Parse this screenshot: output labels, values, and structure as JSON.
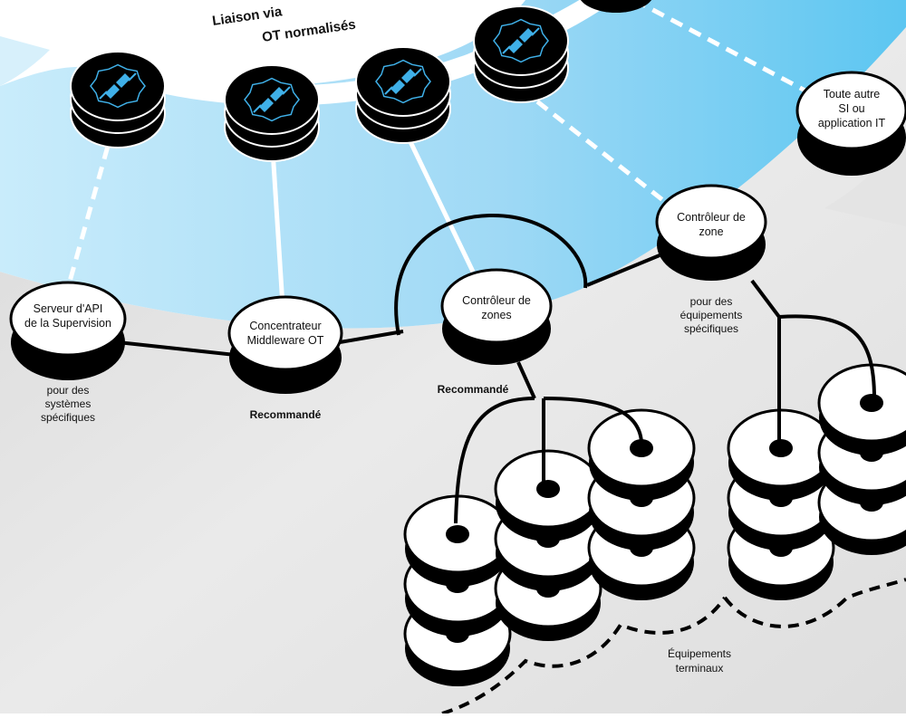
{
  "header": {
    "line1": "Liaison via",
    "line2": "OT normalisés"
  },
  "nodes": {
    "api_server": [
      "Serveur d'API",
      "de la Supervision"
    ],
    "middleware": [
      "Concentrateur",
      "Middleware OT"
    ],
    "zone_controller_center": [
      "Contrôleur de",
      "zones"
    ],
    "zone_controller_right": [
      "Contrôleur de",
      "zone"
    ],
    "other_si": [
      "Toute autre",
      "SI ou",
      "application IT"
    ]
  },
  "captions": {
    "api_server": [
      "pour des",
      "systèmes",
      "spécifiques"
    ],
    "middleware": "Recommandé",
    "zone_controller_center": "Recommandé",
    "zone_controller_right": [
      "pour des",
      "équipements",
      "spécifiques"
    ],
    "terminal_devices": [
      "Équipements",
      "terminaux"
    ]
  },
  "colors": {
    "outer_band": "#4FC3EE",
    "inner_band": "#A8DDF5",
    "grey_background": "#E8E8E8",
    "node_fill": "#ffffff",
    "node_base": "#000000",
    "connector_accent": "#3FB0E8"
  },
  "icons": {
    "connector": "plug-connector-icon"
  }
}
